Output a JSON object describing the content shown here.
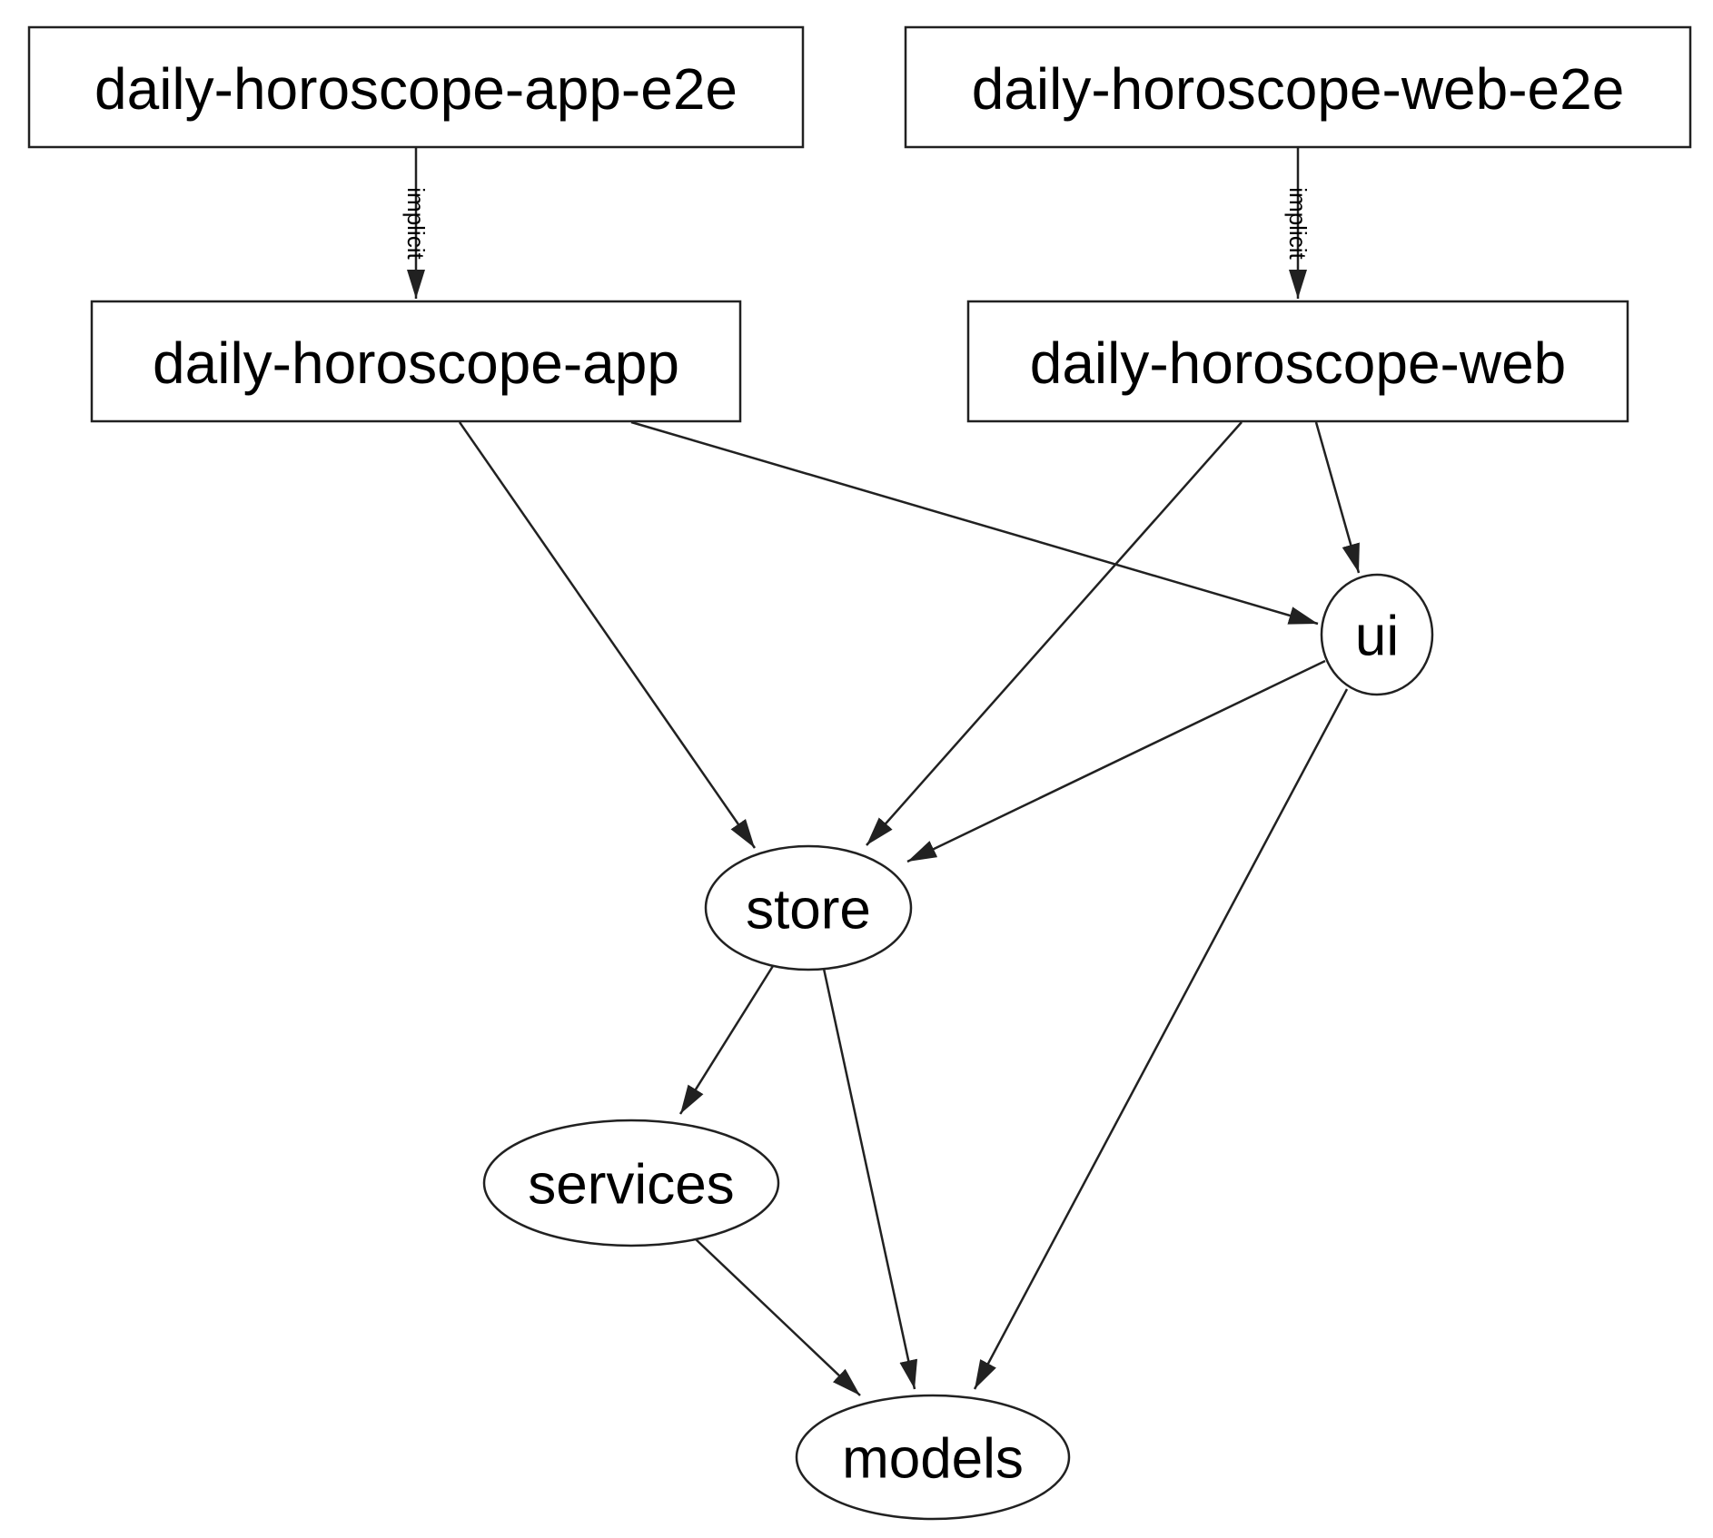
{
  "diagram": {
    "type": "dependency-graph",
    "background_color": "#ffffff",
    "stroke_color": "#212121",
    "text_color": "#000000",
    "nodes": [
      {
        "id": "daily-horoscope-app-e2e",
        "label": "daily-horoscope-app-e2e",
        "shape": "rectangle"
      },
      {
        "id": "daily-horoscope-web-e2e",
        "label": "daily-horoscope-web-e2e",
        "shape": "rectangle"
      },
      {
        "id": "daily-horoscope-app",
        "label": "daily-horoscope-app",
        "shape": "rectangle"
      },
      {
        "id": "daily-horoscope-web",
        "label": "daily-horoscope-web",
        "shape": "rectangle"
      },
      {
        "id": "ui",
        "label": "ui",
        "shape": "ellipse"
      },
      {
        "id": "store",
        "label": "store",
        "shape": "ellipse"
      },
      {
        "id": "services",
        "label": "services",
        "shape": "ellipse"
      },
      {
        "id": "models",
        "label": "models",
        "shape": "ellipse"
      }
    ],
    "edges": [
      {
        "from": "daily-horoscope-app-e2e",
        "to": "daily-horoscope-app",
        "label": "implicit"
      },
      {
        "from": "daily-horoscope-web-e2e",
        "to": "daily-horoscope-web",
        "label": "implicit"
      },
      {
        "from": "daily-horoscope-app",
        "to": "store",
        "label": ""
      },
      {
        "from": "daily-horoscope-app",
        "to": "ui",
        "label": ""
      },
      {
        "from": "daily-horoscope-web",
        "to": "store",
        "label": ""
      },
      {
        "from": "daily-horoscope-web",
        "to": "ui",
        "label": ""
      },
      {
        "from": "ui",
        "to": "store",
        "label": ""
      },
      {
        "from": "ui",
        "to": "models",
        "label": ""
      },
      {
        "from": "store",
        "to": "services",
        "label": ""
      },
      {
        "from": "store",
        "to": "models",
        "label": ""
      },
      {
        "from": "services",
        "to": "models",
        "label": ""
      }
    ]
  }
}
